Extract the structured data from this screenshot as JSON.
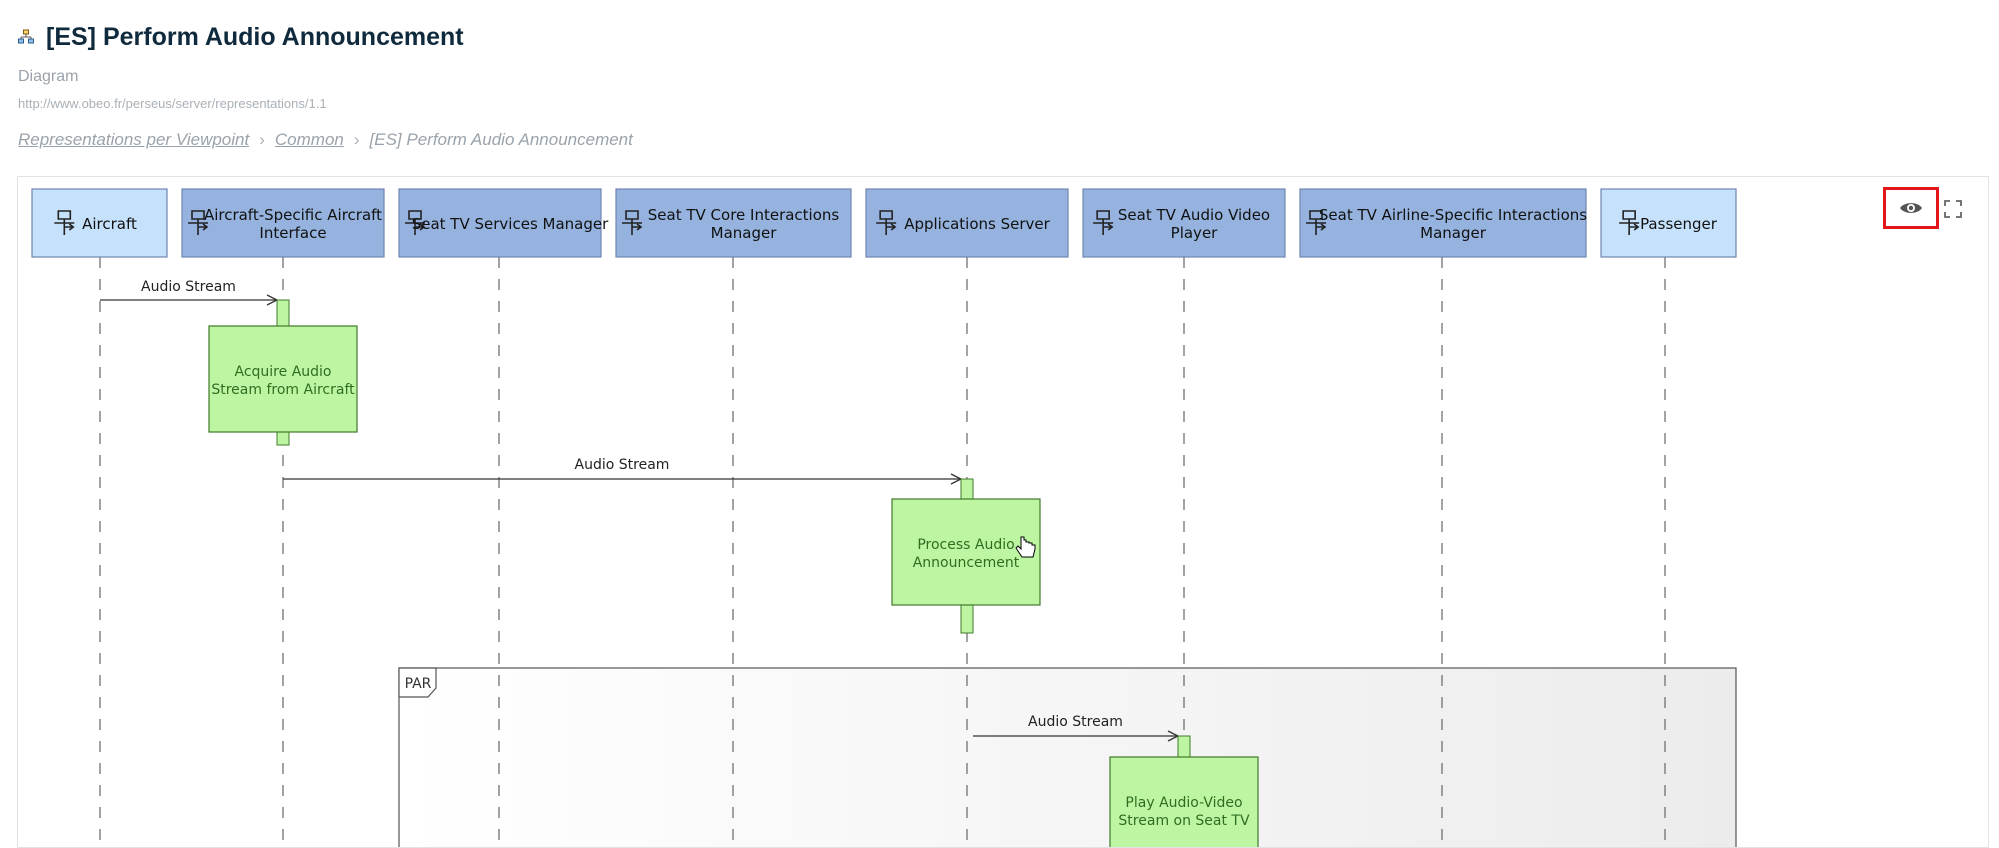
{
  "page": {
    "title": "[ES] Perform Audio Announcement",
    "subtype": "Diagram",
    "url": "http://www.obeo.fr/perseus/server/representations/1.1",
    "title_icon": "diagram-icon"
  },
  "breadcrumb": {
    "items": [
      "Representations per Viewpoint",
      "Common",
      "[ES] Perform Audio Announcement"
    ],
    "separator": "›"
  },
  "toolbar": {
    "eye_icon": "eye-icon",
    "fullscreen_icon": "fullscreen-icon"
  },
  "colors": {
    "actor_fill": "#c6e1fb",
    "component_fill": "#95b3de",
    "header_stroke": "#6f86b1",
    "exec_fill": "#bdf5a2",
    "exec_stroke": "#3f7a2a",
    "exec_text": "#2f6e22",
    "highlight": "#e0161b",
    "par_fill": "#f3f3f3"
  },
  "diagram": {
    "lifelines": [
      {
        "id": "aircraft",
        "lines": [
          "Aircraft"
        ],
        "kind": "actor"
      },
      {
        "id": "acsai",
        "lines": [
          "Aircraft-Specific Aircraft",
          "Interface"
        ],
        "kind": "component"
      },
      {
        "id": "stsm",
        "lines": [
          "Seat TV Services Manager"
        ],
        "kind": "component"
      },
      {
        "id": "stcim",
        "lines": [
          "Seat TV Core Interactions",
          "Manager"
        ],
        "kind": "component"
      },
      {
        "id": "appsrv",
        "lines": [
          "Applications Server"
        ],
        "kind": "component"
      },
      {
        "id": "stavp",
        "lines": [
          "Seat TV Audio Video",
          "Player"
        ],
        "kind": "component"
      },
      {
        "id": "stasim",
        "lines": [
          "Seat TV Airline-Specific Interactions",
          "Manager"
        ],
        "kind": "component"
      },
      {
        "id": "passenger",
        "lines": [
          "Passenger"
        ],
        "kind": "actor"
      }
    ],
    "messages": [
      {
        "label": "Audio Stream",
        "from": "aircraft",
        "to": "acsai"
      },
      {
        "label": "Audio Stream",
        "from": "acsai",
        "to": "appsrv"
      },
      {
        "label": "Audio Stream",
        "from": "appsrv",
        "to": "stavp"
      }
    ],
    "executions": [
      {
        "lifeline": "acsai",
        "lines": [
          "Acquire Audio",
          "Stream from Aircraft"
        ]
      },
      {
        "lifeline": "appsrv",
        "lines": [
          "Process Audio",
          "Announcement"
        ]
      },
      {
        "lifeline": "stavp",
        "lines": [
          "Play Audio-Video",
          "Stream on Seat TV"
        ]
      }
    ],
    "fragment": {
      "label": "PAR"
    }
  }
}
